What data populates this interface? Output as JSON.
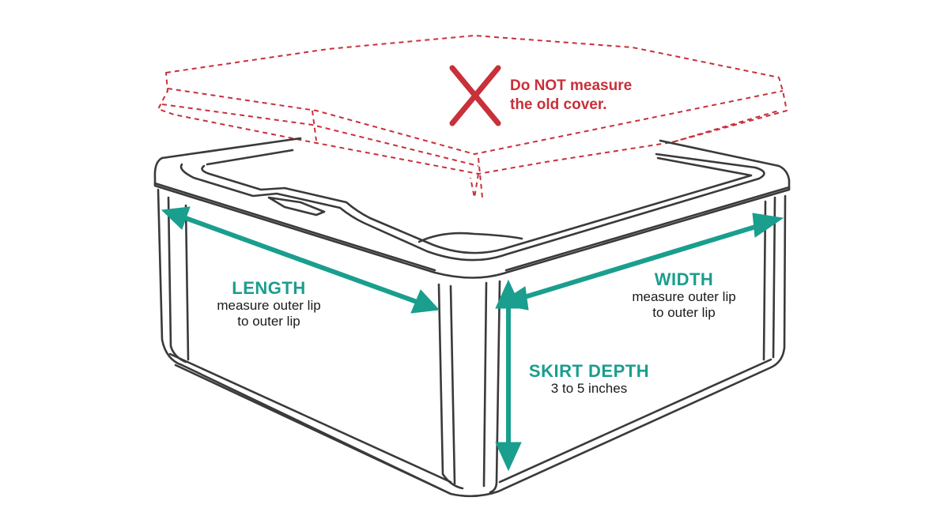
{
  "warning": {
    "line1": "Do NOT measure",
    "line2": "the old cover.",
    "color": "#c8303a",
    "icon": "x-mark-icon"
  },
  "length": {
    "title": "LENGTH",
    "desc1": "measure outer lip",
    "desc2": "to outer lip"
  },
  "width": {
    "title": "WIDTH",
    "desc1": "measure outer lip",
    "desc2": "to outer lip"
  },
  "skirt": {
    "title": "SKIRT DEPTH",
    "desc": "3 to 5 inches"
  },
  "colors": {
    "accent": "#1a9e8e",
    "outline": "#3a3a3a",
    "warning": "#c8303a"
  }
}
